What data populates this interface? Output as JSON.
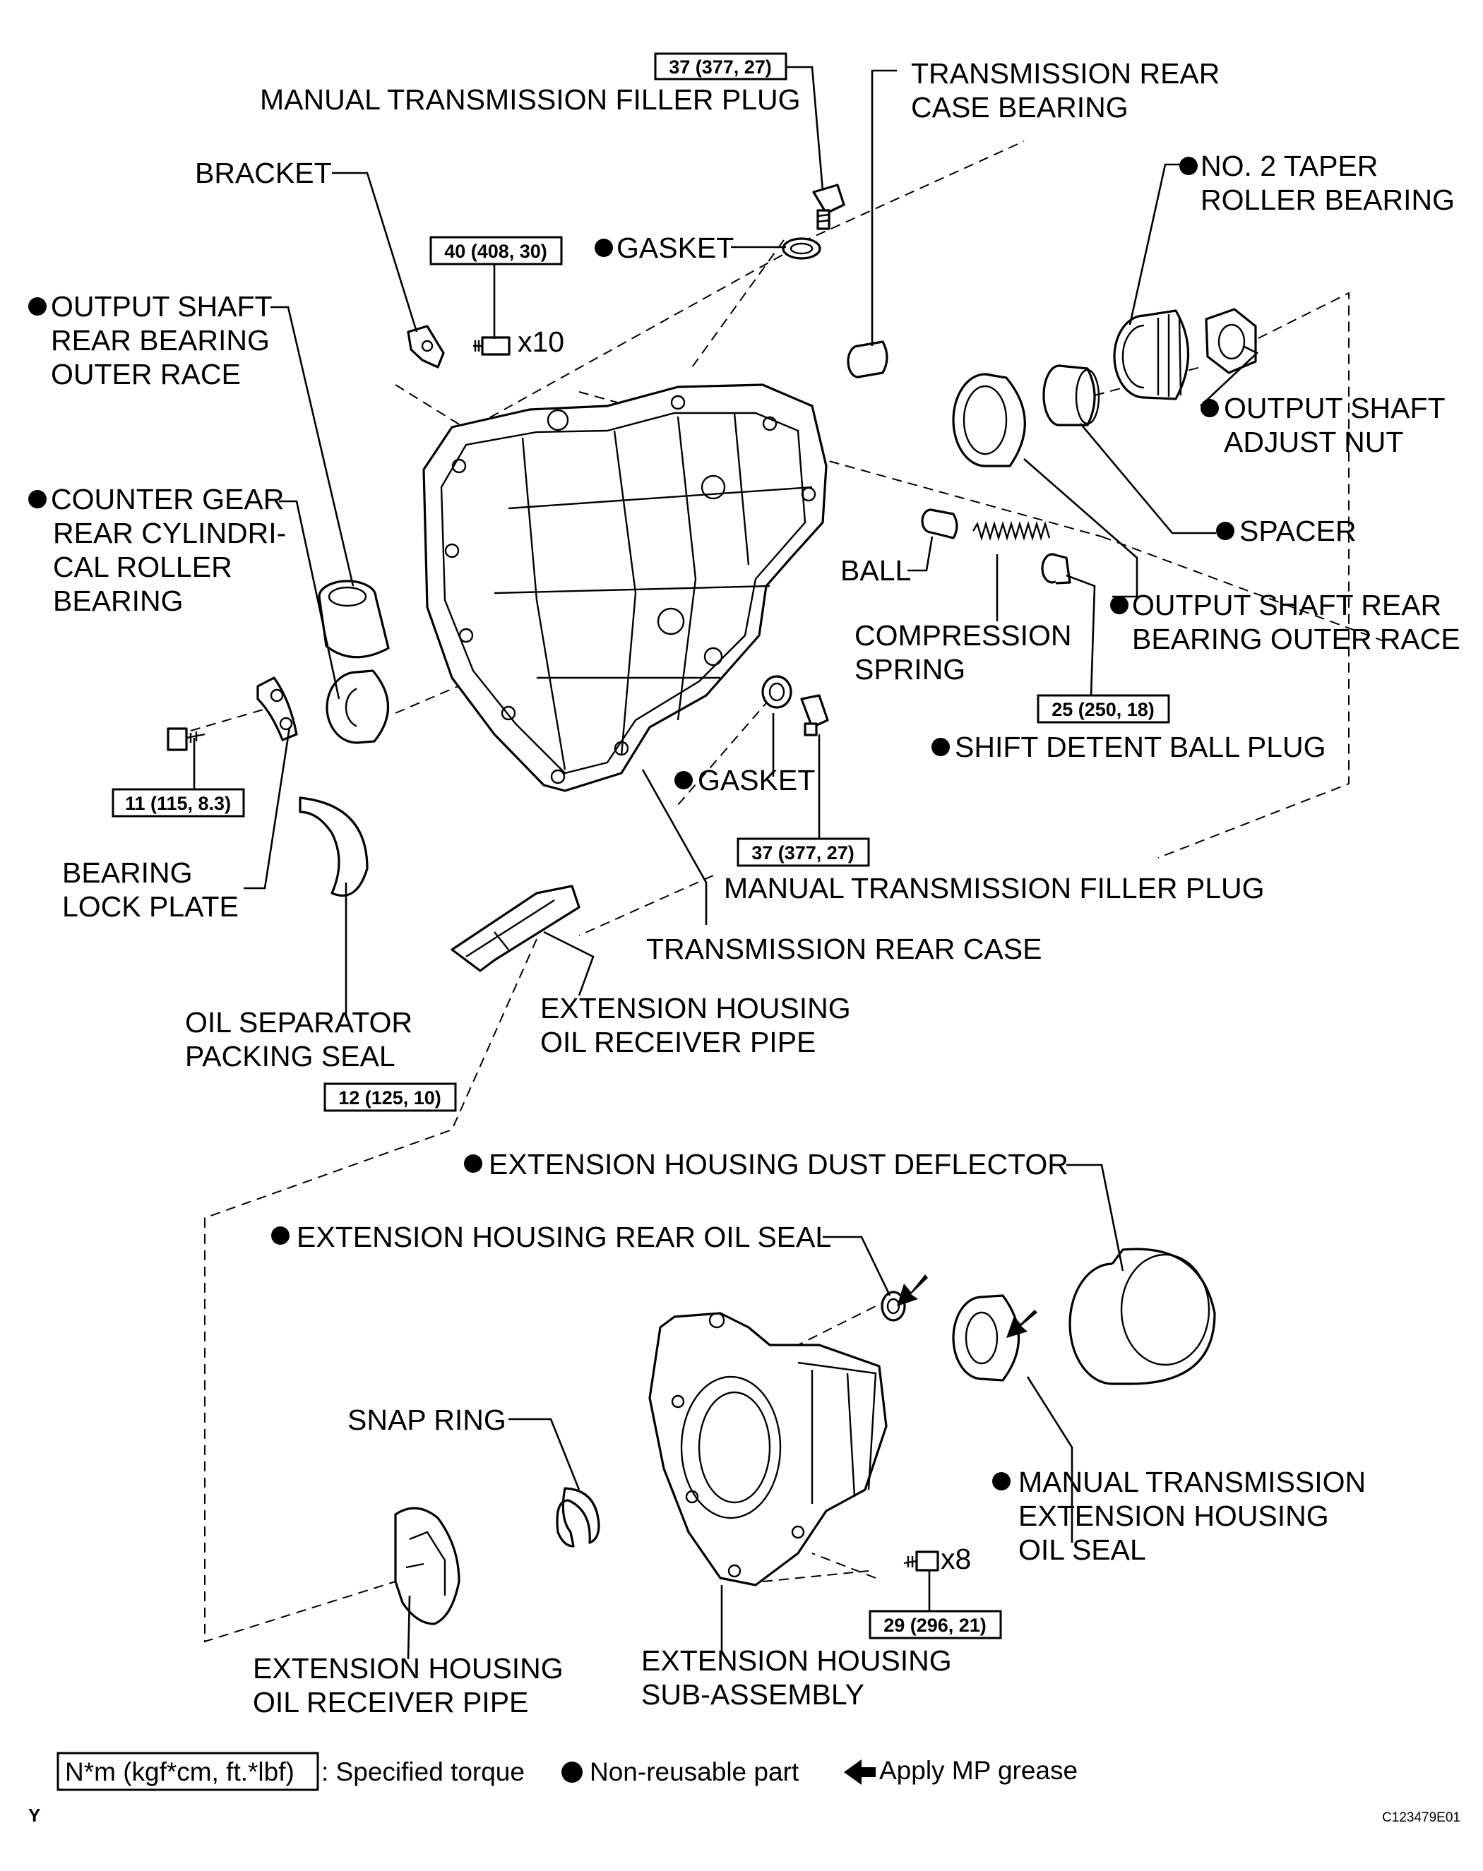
{
  "labels": {
    "filler_plug_top": "MANUAL TRANSMISSION FILLER PLUG",
    "rear_case_bearing_1": "TRANSMISSION REAR",
    "rear_case_bearing_2": "CASE BEARING",
    "bracket": "BRACKET",
    "no2_taper_1": "NO. 2 TAPER",
    "no2_taper_2": "ROLLER BEARING",
    "gasket_top": "GASKET",
    "osr_race_left_1": "OUTPUT SHAFT",
    "osr_race_left_2": "REAR BEARING",
    "osr_race_left_3": "OUTER RACE",
    "bolt_x10": "x10",
    "adjust_nut_1": "OUTPUT SHAFT",
    "adjust_nut_2": "ADJUST NUT",
    "counter_gear_1": "COUNTER GEAR",
    "counter_gear_2": "REAR CYLINDRI-",
    "counter_gear_3": "CAL ROLLER",
    "counter_gear_4": "BEARING",
    "spacer": "SPACER",
    "ball": "BALL",
    "osr_race_right_1": "OUTPUT SHAFT REAR",
    "osr_race_right_2": "BEARING OUTER RACE",
    "compression_spring_1": "COMPRESSION",
    "compression_spring_2": "SPRING",
    "shift_detent": "SHIFT DETENT BALL PLUG",
    "gasket_mid": "GASKET",
    "bearing_lock_1": "BEARING",
    "bearing_lock_2": "LOCK PLATE",
    "filler_plug_mid": "MANUAL TRANSMISSION FILLER PLUG",
    "rear_case": "TRANSMISSION REAR CASE",
    "oil_sep_1": "OIL SEPARATOR",
    "oil_sep_2": "PACKING SEAL",
    "ext_pipe_top_1": "EXTENSION HOUSING",
    "ext_pipe_top_2": "OIL RECEIVER PIPE",
    "dust_deflector": "EXTENSION HOUSING DUST DEFLECTOR",
    "rear_oil_seal": "EXTENSION HOUSING REAR OIL SEAL",
    "snap_ring": "SNAP RING",
    "mt_ext_seal_1": "MANUAL TRANSMISSION",
    "mt_ext_seal_2": "EXTENSION HOUSING",
    "mt_ext_seal_3": "OIL SEAL",
    "bolt_x8": "x8",
    "ext_pipe_bot_1": "EXTENSION HOUSING",
    "ext_pipe_bot_2": "OIL RECEIVER PIPE",
    "ext_sub_1": "EXTENSION HOUSING",
    "ext_sub_2": "SUB-ASSEMBLY"
  },
  "torques": {
    "filler_top": "37 (377, 27)",
    "bolt_40": "40 (408, 30)",
    "plug_25": "25 (250, 18)",
    "bolt_11": "11 (115, 8.3)",
    "filler_mid": "37 (377, 27)",
    "pipe_12": "12 (125, 10)",
    "bolt_29": "29 (296, 21)"
  },
  "legend": {
    "unit_box": "N*m (kgf*cm, ft.*lbf)",
    "specified_torque": ": Specified torque",
    "non_reusable": "Non-reusable part",
    "apply_grease": "Apply MP grease"
  },
  "footer": {
    "left_mark": "Y",
    "figure_code": "C123479E01"
  }
}
